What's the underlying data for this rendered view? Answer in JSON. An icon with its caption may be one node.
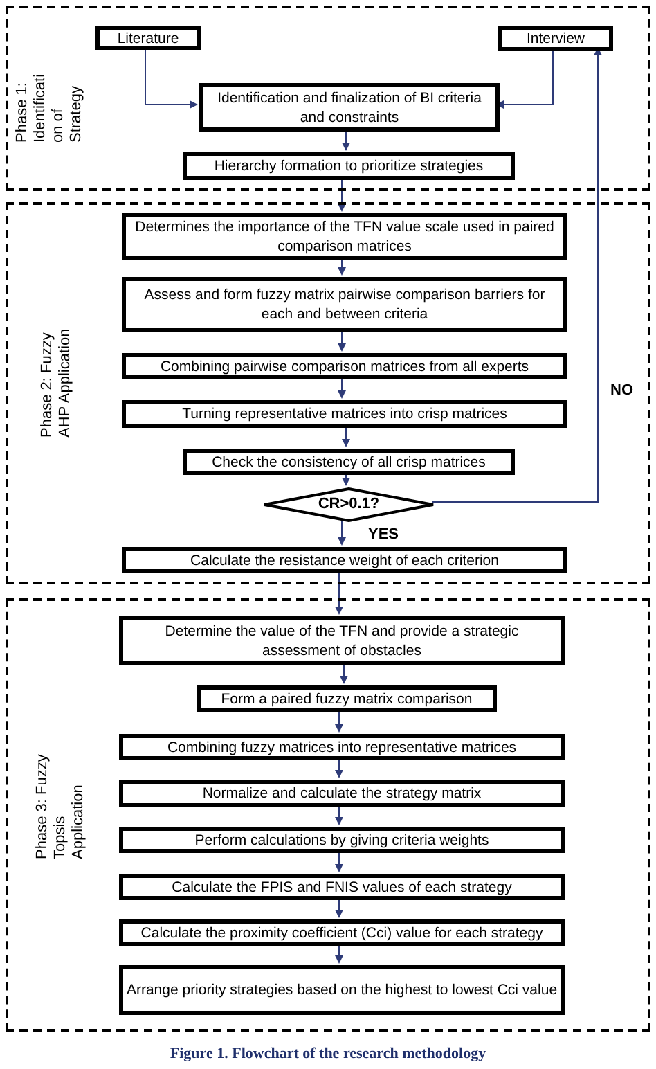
{
  "diagram": {
    "caption": "Figure 1. Flowchart of the research methodology",
    "nodes": [
      {
        "text": [
          "Phase 1: Identificati on of Strategy"
        ]
      },
      {
        "text": [
          "Literature"
        ],
        "in": 0
      },
      {
        "text": [
          "Interview"
        ],
        "in": 0
      },
      {
        "text": [
          "Identification and finalization of BI criteria and constraints"
        ],
        "in": 0
      },
      {
        "text": [
          "Hierarchy formation to prioritize strategies"
        ],
        "in": 0
      },
      {
        "text": [
          "Phase 2: Fuzzy AHP Application"
        ]
      },
      {
        "text": [
          "Determines the importance of the TFN value scale used in paired comparison matrices"
        ],
        "in": 5
      },
      {
        "text": [
          "Assess and form fuzzy matrix pairwise comparison barriers for each and between criteria"
        ],
        "in": 5
      },
      {
        "text": [
          "Combining pairwise comparison matrices from all experts"
        ],
        "in": 5
      },
      {
        "text": [
          "Turning representative matrices into crisp matrices"
        ],
        "in": 5
      },
      {
        "text": [
          "Check the consistency of all crisp matrices"
        ],
        "in": 5
      },
      {
        "text": [
          "CR>0.1?"
        ],
        "in": 5
      },
      {
        "text": [
          "Calculate the resistance weight of each criterion"
        ],
        "in": 5
      },
      {
        "text": [
          "Phase 3: Fuzzy Topsis Application"
        ]
      },
      {
        "text": [
          "Determine the value of the TFN and provide a strategic assessment of obstacles"
        ],
        "in": 13
      },
      {
        "text": [
          "Form a paired fuzzy matrix comparison"
        ],
        "in": 13
      },
      {
        "text": [
          "Combining fuzzy matrices into representative matrices"
        ],
        "in": 13
      },
      {
        "text": [
          "Normalize and calculate the strategy matrix"
        ],
        "in": 13
      },
      {
        "text": [
          "Perform calculations by giving criteria weights"
        ],
        "in": 13
      },
      {
        "text": [
          "Calculate the FPIS and FNIS values of each strategy"
        ],
        "in": 13
      },
      {
        "text": [
          "Calculate the proximity coefficient (Cci) value for each strategy"
        ],
        "in": 13
      },
      {
        "text": [
          "Arrange priority strategies based on the highest to lowest Cci value"
        ],
        "in": 13
      }
    ],
    "edges": [
      {
        "from": 1,
        "to": 3,
        "arrow": "to"
      },
      {
        "from": 2,
        "to": 3,
        "arrow": "to"
      },
      {
        "from": 3,
        "to": 4,
        "arrow": "to"
      },
      {
        "from": 4,
        "to": 6,
        "arrow": "to"
      },
      {
        "from": 6,
        "to": 7,
        "arrow": "to"
      },
      {
        "from": 7,
        "to": 8,
        "arrow": "to"
      },
      {
        "from": 8,
        "to": 9,
        "arrow": "to"
      },
      {
        "from": 9,
        "to": 10,
        "arrow": "to"
      },
      {
        "from": 10,
        "to": 11,
        "arrow": "to"
      },
      {
        "from": 11,
        "to": 2,
        "arrow": "to",
        "label": "NO"
      },
      {
        "from": 11,
        "to": 12,
        "arrow": "to",
        "label": "YES"
      },
      {
        "from": 12,
        "to": 14,
        "arrow": "to"
      },
      {
        "from": 14,
        "to": 15,
        "arrow": "to"
      },
      {
        "from": 15,
        "to": 16,
        "arrow": "to"
      },
      {
        "from": 16,
        "to": 17,
        "arrow": "to"
      },
      {
        "from": 17,
        "to": 18,
        "arrow": "to"
      },
      {
        "from": 18,
        "to": 19,
        "arrow": "to"
      },
      {
        "from": 19,
        "to": 20,
        "arrow": "to"
      },
      {
        "from": 20,
        "to": 21,
        "arrow": "to"
      }
    ]
  }
}
